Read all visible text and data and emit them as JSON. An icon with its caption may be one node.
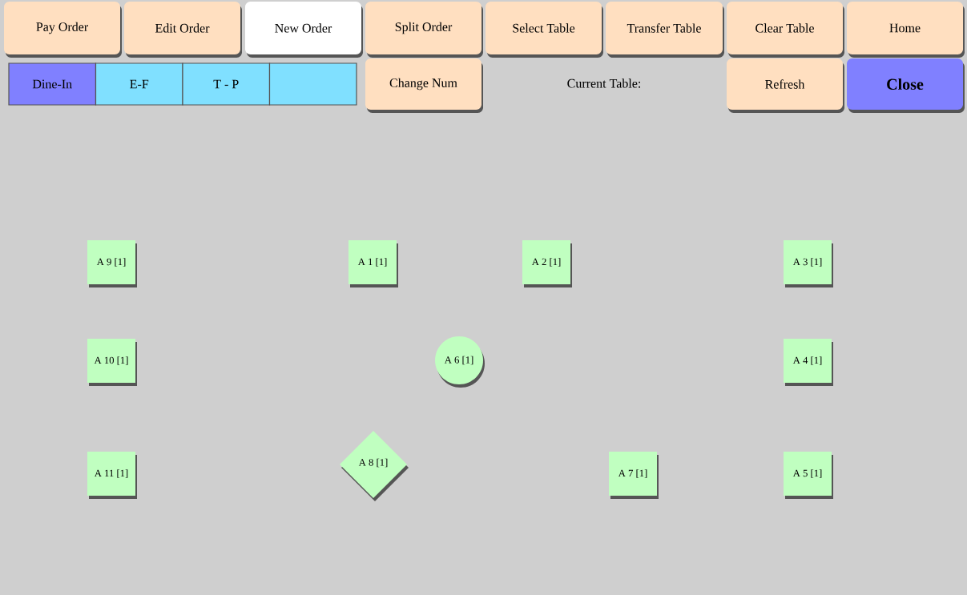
{
  "diagram": {
    "nodes": [
      {
        "text": [
          "Pay Order"
        ]
      },
      {
        "text": [
          "Edit Order"
        ]
      },
      {
        "text": [
          "New Order"
        ]
      },
      {
        "text": [
          "Split Order"
        ]
      },
      {
        "text": [
          "Select Table"
        ]
      },
      {
        "text": [
          "Transfer Table"
        ]
      },
      {
        "text": [
          "Clear Table"
        ]
      },
      {
        "text": [
          "Home"
        ]
      },
      {
        "text": [
          "Dine-In"
        ]
      },
      {
        "text": [
          "E-F"
        ]
      },
      {
        "text": [
          "T - P"
        ]
      },
      {
        "text": [],
        "shape": "box"
      },
      {
        "text": [
          "Change Num"
        ]
      },
      {
        "text": [
          "Refresh"
        ]
      },
      {
        "text": [
          "Close"
        ]
      },
      {
        "text": [
          "A 9 [1]"
        ]
      },
      {
        "text": [
          "A 1 [1]"
        ]
      },
      {
        "text": [
          "A 2 [1]"
        ]
      },
      {
        "text": [
          "A 3 [1]"
        ]
      },
      {
        "text": [
          "A 10 [1]"
        ]
      },
      {
        "text": [
          "A 6 [1]"
        ]
      },
      {
        "text": [
          "A 4 [1]"
        ]
      },
      {
        "text": [
          "A 11 [1]"
        ]
      },
      {
        "text": [
          "A 8 [1]"
        ]
      },
      {
        "text": [
          "A 7 [1]"
        ]
      },
      {
        "text": [
          "A 5 [1]"
        ]
      }
    ],
    "labels": [
      "Current Table:"
    ]
  }
}
